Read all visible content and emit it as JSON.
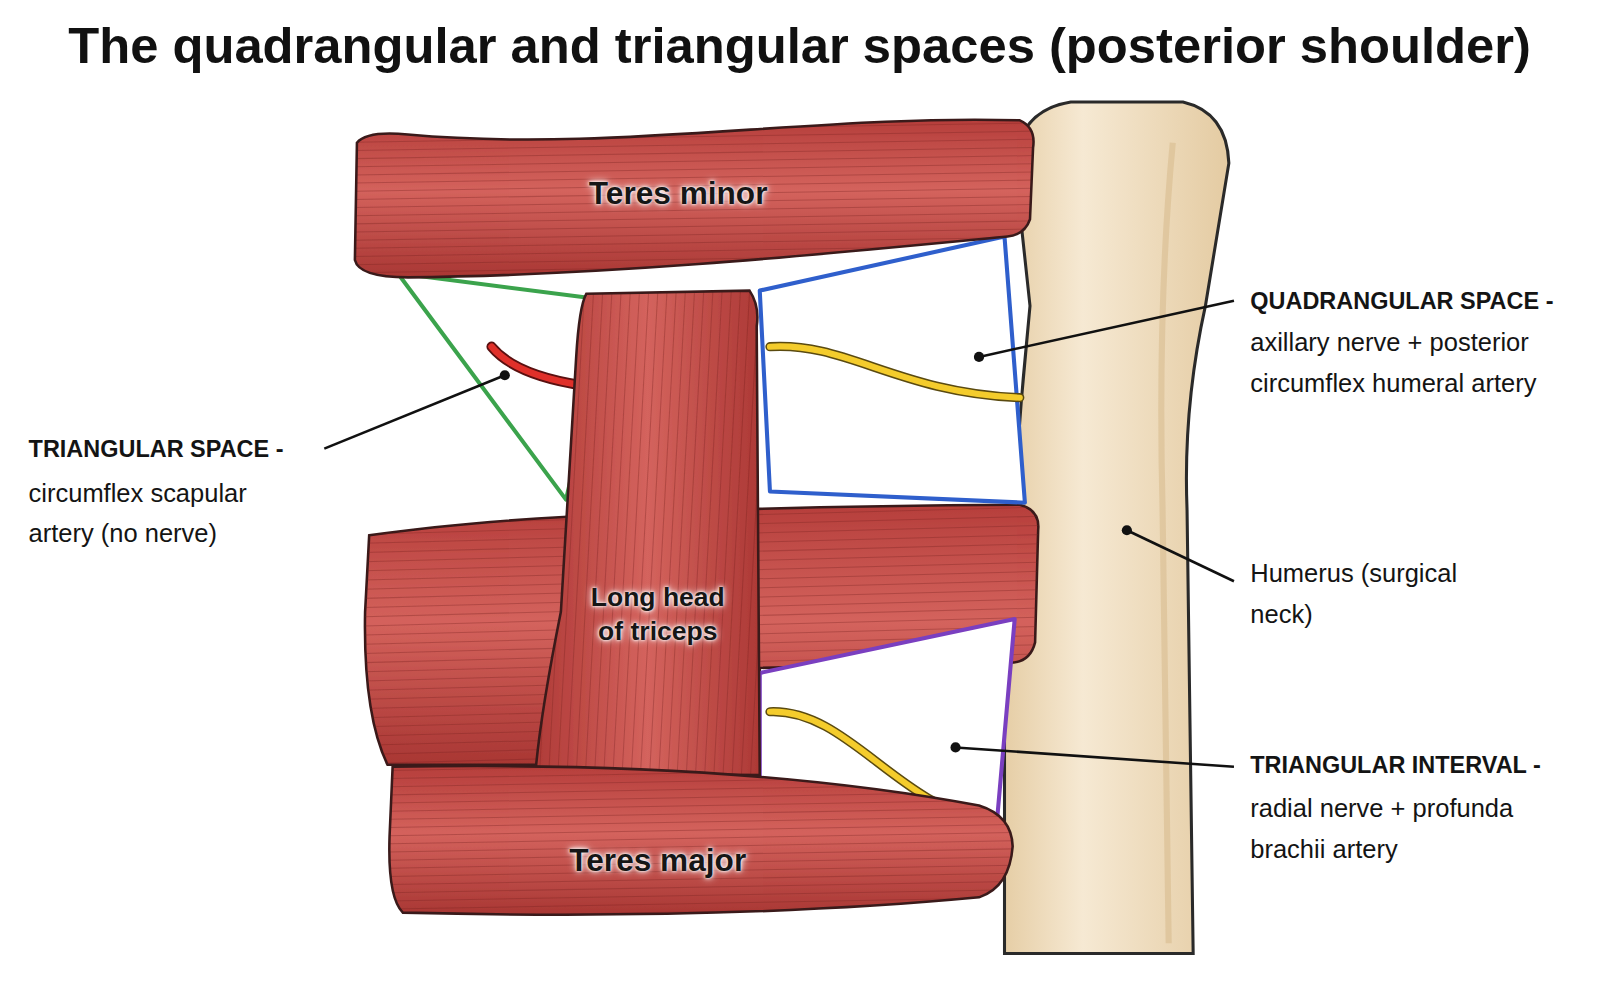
{
  "diagram": {
    "title": "The quadrangular and triangular spaces (posterior shoulder)",
    "nodes": [
      {
        "text": [
          "Teres minor"
        ]
      },
      {
        "text": [
          "Long head of triceps"
        ]
      },
      {
        "text": [
          "Teres major"
        ]
      }
    ],
    "labels": [
      "TRIANGULAR SPACE -",
      "circumflex scapular artery (no nerve)",
      "QUADRANGULAR SPACE -",
      "axillary nerve + posterior circumflex humeral artery",
      "Humerus (surgical neck)",
      "TRIANGULAR INTERVAL -",
      "radial nerve + profunda brachii artery"
    ]
  }
}
